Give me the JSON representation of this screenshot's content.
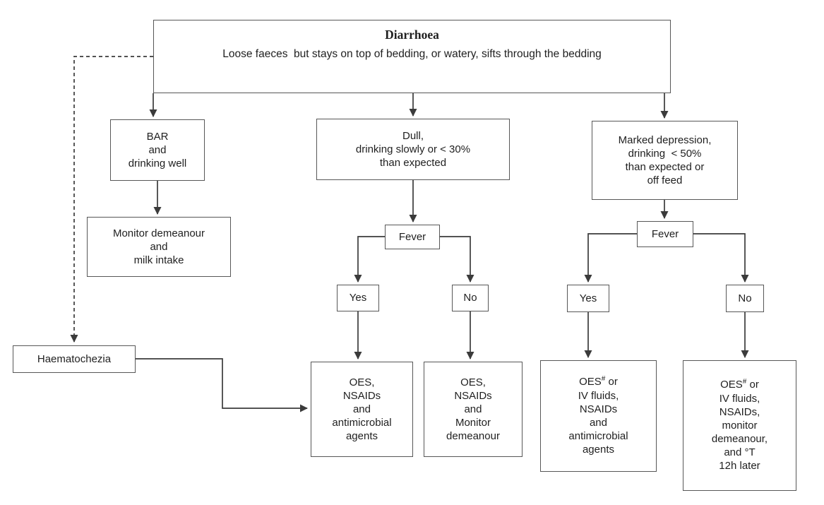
{
  "colors": {
    "background": "#ffffff",
    "line": "#3b3b3b",
    "box_border": "#575757",
    "text": "#1f1f1f"
  },
  "nodes": {
    "main": {
      "title": "Diarrhoea",
      "subtitle": "Loose faeces  but stays on top of bedding, or watery, sifts through the bedding"
    },
    "bar": {
      "text": "BAR\nand\ndrinking well"
    },
    "monitor": {
      "text": "Monitor demeanour\nand\nmilk intake"
    },
    "dull": {
      "text": "Dull,\ndrinking slowly or < 30%\nthan expected"
    },
    "fever_mid": {
      "text": "Fever"
    },
    "yes_mid": {
      "text": "Yes"
    },
    "no_mid": {
      "text": "No"
    },
    "oes_mid_yes": {
      "text": "OES,\nNSAIDs\nand\nantimicrobial\nagents"
    },
    "oes_mid_no": {
      "text": "OES,\nNSAIDs\nand\nMonitor\ndemeanour"
    },
    "marked": {
      "text": "Marked depression,\ndrinking  < 50%\nthan expected or\noff feed"
    },
    "fever_right": {
      "text": "Fever"
    },
    "yes_right": {
      "text": "Yes"
    },
    "no_right": {
      "text": "No"
    },
    "oes_right_yes": {
      "prefix": "OES",
      "sup": "#",
      "suffix": "or",
      "text": "IV fluids,\nNSAIDs\nand\nantimicrobial\nagents"
    },
    "oes_right_no": {
      "prefix": "OES",
      "sup": "#",
      "suffix": "or",
      "text": "IV fluids,\nNSAIDs,\nmonitor\ndemeanour,\nand °T\n12h later"
    },
    "haem": {
      "text": "Haematochezia"
    }
  }
}
